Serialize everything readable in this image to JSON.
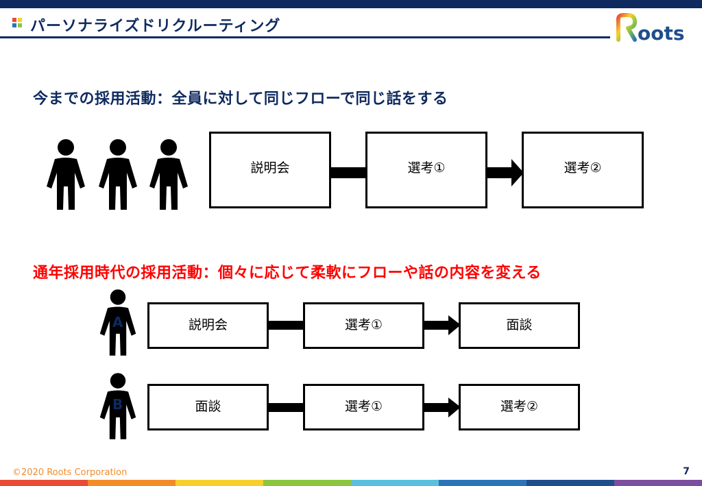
{
  "header": {
    "title": "パーソナライズドリクルーティング",
    "logo_text": "Roots"
  },
  "section1": {
    "heading": "今までの採用活動：全員に対して同じフローで同じ話をする",
    "steps": [
      "説明会",
      "選考①",
      "選考②"
    ]
  },
  "section2": {
    "heading": "通年採用時代の採用活動：個々に応じて柔軟にフローや話の内容を変える",
    "flows": [
      {
        "person": "A",
        "steps": [
          "説明会",
          "選考①",
          "面談"
        ]
      },
      {
        "person": "B",
        "steps": [
          "面談",
          "選考①",
          "選考②"
        ]
      }
    ]
  },
  "footer": {
    "copyright": "©2020 Roots Corporation",
    "page_number": "7"
  },
  "colors": {
    "navy": "#0e2a5e",
    "red": "#ff0000",
    "orange": "#f28c28",
    "rainbow": [
      "#e94b35",
      "#f28c28",
      "#f7d02c",
      "#8cc63f",
      "#5bc0de",
      "#2a75b8",
      "#1f4e8c",
      "#7b4f9e"
    ]
  }
}
